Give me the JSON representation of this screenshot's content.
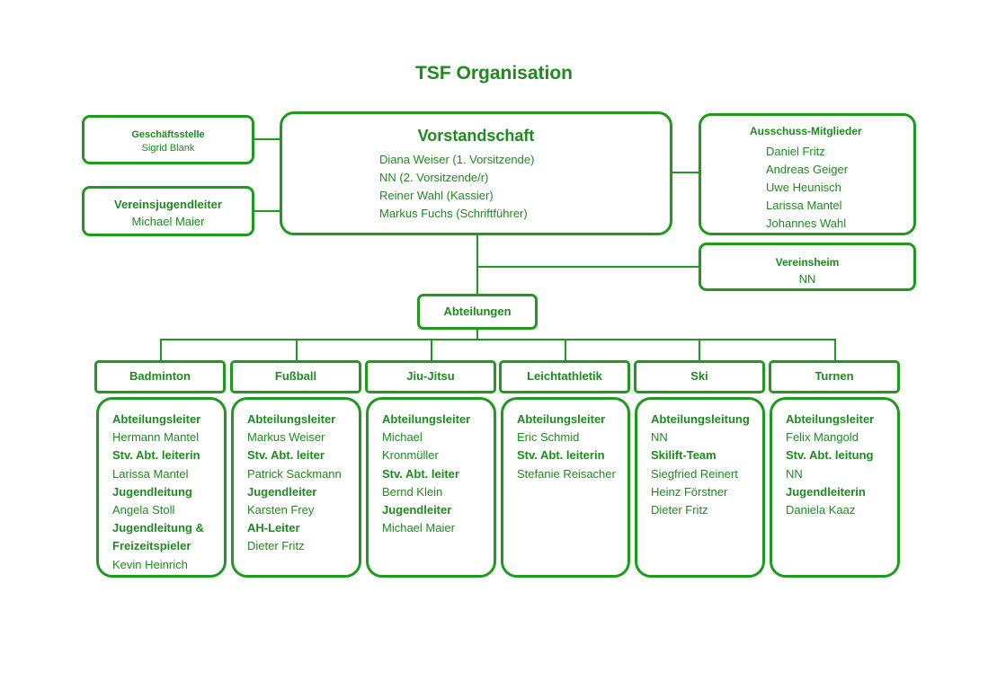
{
  "title": "TSF Organisation",
  "geschaeftsstelle": {
    "heading": "Geschäftsstelle",
    "name": "Sigrid Blank"
  },
  "vereinsjugendleiter": {
    "heading": "Vereinsjugendleiter",
    "name": "Michael Maier"
  },
  "vorstandschaft": {
    "heading": "Vorstandschaft",
    "members": [
      "Diana Weiser (1. Vorsitzende)",
      "NN (2. Vorsitzende/r)",
      "Reiner Wahl (Kassier)",
      "Markus Fuchs (Schriftführer)"
    ]
  },
  "ausschuss": {
    "heading": "Ausschuss-Mitglieder",
    "members": [
      "Daniel Fritz",
      "Andreas Geiger",
      "Uwe Heunisch",
      "Larissa Mantel",
      "Johannes Wahl"
    ]
  },
  "vereinsheim": {
    "heading": "Vereinsheim",
    "name": "NN"
  },
  "abteilungen": {
    "heading": "Abteilungen"
  },
  "departments": [
    {
      "name": "Badminton",
      "lines": [
        {
          "text": "Abteilungsleiter",
          "bold": true
        },
        {
          "text": "Hermann Mantel",
          "bold": false
        },
        {
          "text": "Stv. Abt. leiterin",
          "bold": true
        },
        {
          "text": "Larissa Mantel",
          "bold": false
        },
        {
          "text": "Jugendleitung",
          "bold": true
        },
        {
          "text": "Angela Stoll",
          "bold": false
        },
        {
          "text": "Jugendleitung &",
          "bold": true
        },
        {
          "text": "Freizeitspieler",
          "bold": true
        },
        {
          "text": "Kevin Heinrich",
          "bold": false
        }
      ]
    },
    {
      "name": "Fußball",
      "lines": [
        {
          "text": "Abteilungsleiter",
          "bold": true
        },
        {
          "text": "Markus Weiser",
          "bold": false
        },
        {
          "text": "Stv. Abt. leiter",
          "bold": true
        },
        {
          "text": "Patrick Sackmann",
          "bold": false
        },
        {
          "text": "Jugendleiter",
          "bold": true
        },
        {
          "text": "Karsten Frey",
          "bold": false
        },
        {
          "text": "AH-Leiter",
          "bold": true
        },
        {
          "text": "Dieter Fritz",
          "bold": false
        }
      ]
    },
    {
      "name": "Jiu-Jitsu",
      "lines": [
        {
          "text": "Abteilungsleiter",
          "bold": true
        },
        {
          "text": "Michael",
          "bold": false
        },
        {
          "text": "Kronmüller",
          "bold": false
        },
        {
          "text": "Stv. Abt. leiter",
          "bold": true
        },
        {
          "text": "Bernd Klein",
          "bold": false
        },
        {
          "text": "Jugendleiter",
          "bold": true
        },
        {
          "text": "Michael Maier",
          "bold": false
        }
      ]
    },
    {
      "name": "Leichtathletik",
      "lines": [
        {
          "text": "Abteilungsleiter",
          "bold": true
        },
        {
          "text": "Eric Schmid",
          "bold": false
        },
        {
          "text": "Stv. Abt. leiterin",
          "bold": true
        },
        {
          "text": "Stefanie Reisacher",
          "bold": false
        }
      ]
    },
    {
      "name": "Ski",
      "lines": [
        {
          "text": "Abteilungsleitung",
          "bold": true
        },
        {
          "text": "NN",
          "bold": false
        },
        {
          "text": "Skilift-Team",
          "bold": true
        },
        {
          "text": "Siegfried Reinert",
          "bold": false
        },
        {
          "text": "Heinz Förstner",
          "bold": false
        },
        {
          "text": "Dieter Fritz",
          "bold": false
        }
      ]
    },
    {
      "name": "Turnen",
      "lines": [
        {
          "text": "Abteilungsleiter",
          "bold": true
        },
        {
          "text": "Felix Mangold",
          "bold": false
        },
        {
          "text": "Stv. Abt. leitung",
          "bold": true
        },
        {
          "text": "NN",
          "bold": false
        },
        {
          "text": "Jugendleiterin",
          "bold": true
        },
        {
          "text": "Daniela Kaaz",
          "bold": false
        }
      ]
    }
  ],
  "colors": {
    "primary": "#1f9a1f",
    "text": "#1f8a1f",
    "background": "#ffffff"
  }
}
